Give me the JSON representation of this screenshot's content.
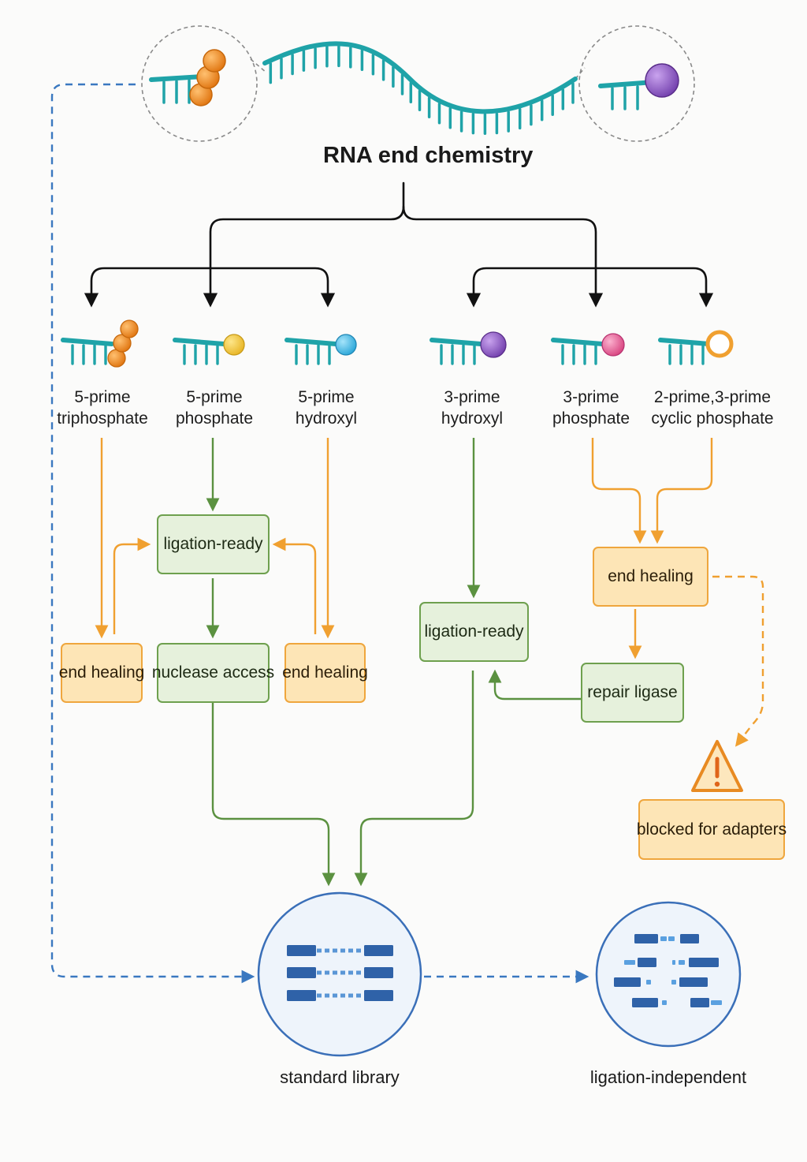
{
  "title": "RNA end chemistry",
  "colors": {
    "rna": "#1fa3a8",
    "connector": "#111111",
    "healing": "#f0a030",
    "ready": "#5b9140",
    "dashed_blue": "#3a78c0",
    "triphosphate": "#f08a1a",
    "phosphate_5p": "#f2c93a",
    "hydroxyl_5p": "#3bb8e6",
    "hydroxyl_3p": "#8a55c0",
    "phosphate_3p": "#e25a90",
    "cyclic": "#f0a030"
  },
  "ends": [
    {
      "line1": "5-prime",
      "line2": "triphosphate"
    },
    {
      "line1": "5-prime",
      "line2": "phosphate"
    },
    {
      "line1": "5-prime",
      "line2": "hydroxyl"
    },
    {
      "line1": "3-prime",
      "line2": "hydroxyl"
    },
    {
      "line1": "3-prime",
      "line2": "phosphate"
    },
    {
      "line1": "2-prime,3-prime",
      "line2": "cyclic phosphate"
    }
  ],
  "boxes": {
    "ligation_ready_left": "ligation-ready",
    "end_healing_left": "end healing",
    "nuclease_access": "nuclease access",
    "end_healing_mid": "end healing",
    "ligation_ready_right": "ligation-ready",
    "end_healing_right": "end healing",
    "repair_ligase": "repair ligase",
    "blocked": "blocked for adapters"
  },
  "outputs": {
    "standard": "standard library",
    "independent": "ligation-independent"
  }
}
